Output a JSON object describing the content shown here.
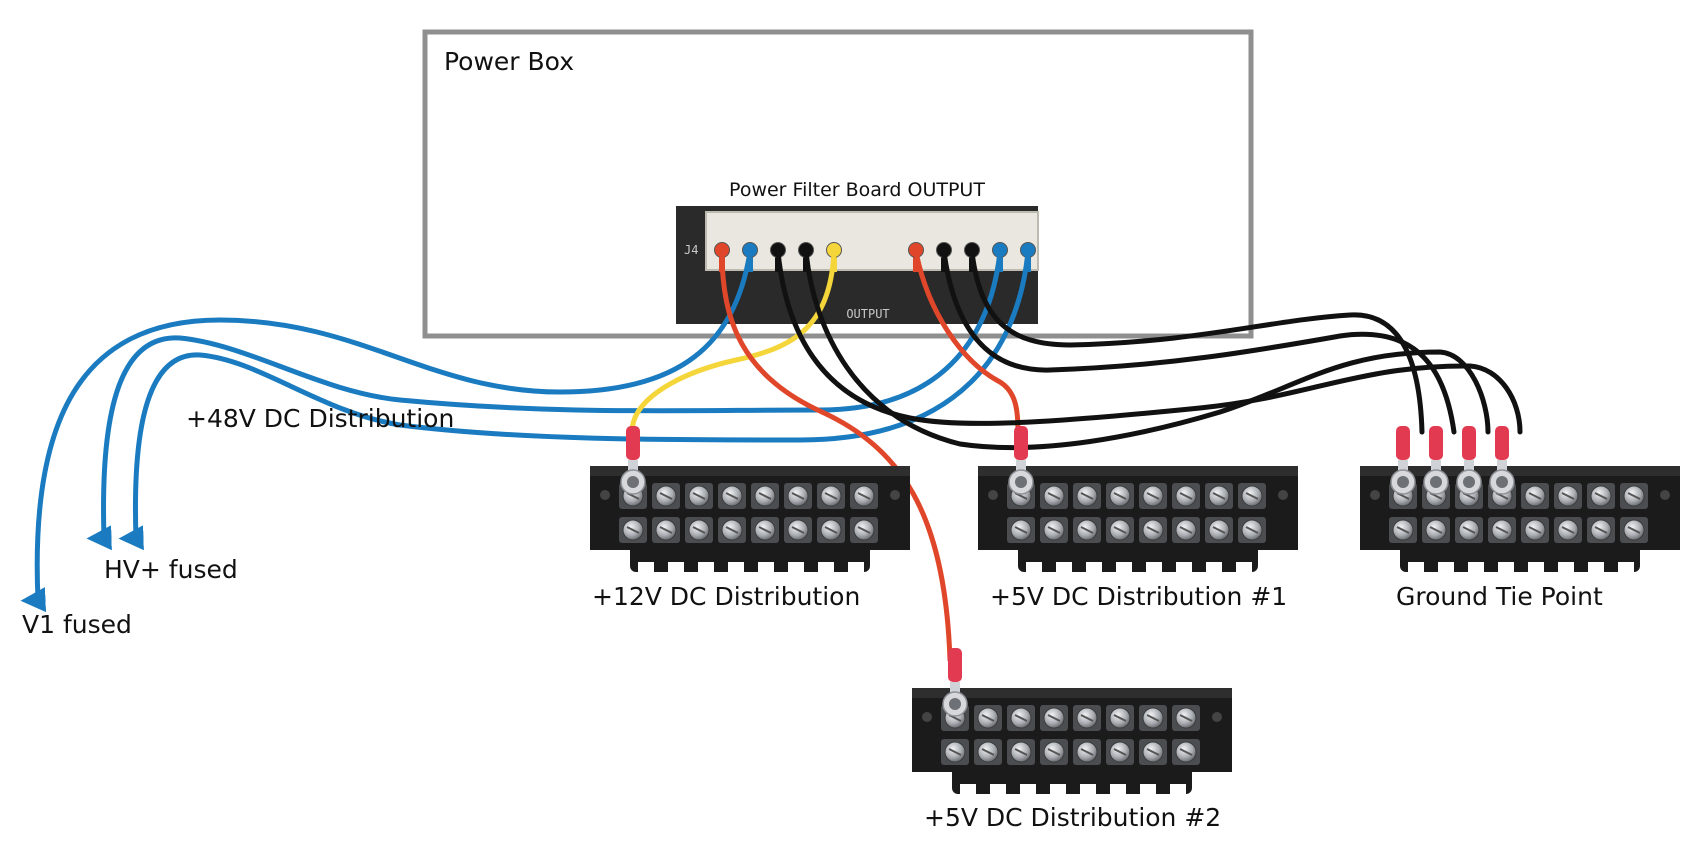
{
  "power_box": {
    "title": "Power Box"
  },
  "filter_board": {
    "title": "Power Filter Board OUTPUT",
    "silkscreen": "OUTPUT",
    "header_ref": "J4"
  },
  "labels": {
    "dist_48v": "+48V DC Distribution",
    "hv_fused": "HV+ fused",
    "v1_fused": "V1 fused",
    "dist_12v": "+12V DC Distribution",
    "dist_5v_1": "+5V DC Distribution #1",
    "dist_5v_2": "+5V DC Distribution #2",
    "ground": "Ground Tie Point"
  },
  "colors": {
    "blue": "#1a7bc0",
    "red": "#e0472a",
    "black": "#111111",
    "yellow": "#f4d63a",
    "connector_red": "#e23a50",
    "box_border": "#8f8f8f",
    "pcb": "#2a2a2a",
    "terminal_body": "#1b1b1b",
    "screw": "#b9bcc0"
  }
}
